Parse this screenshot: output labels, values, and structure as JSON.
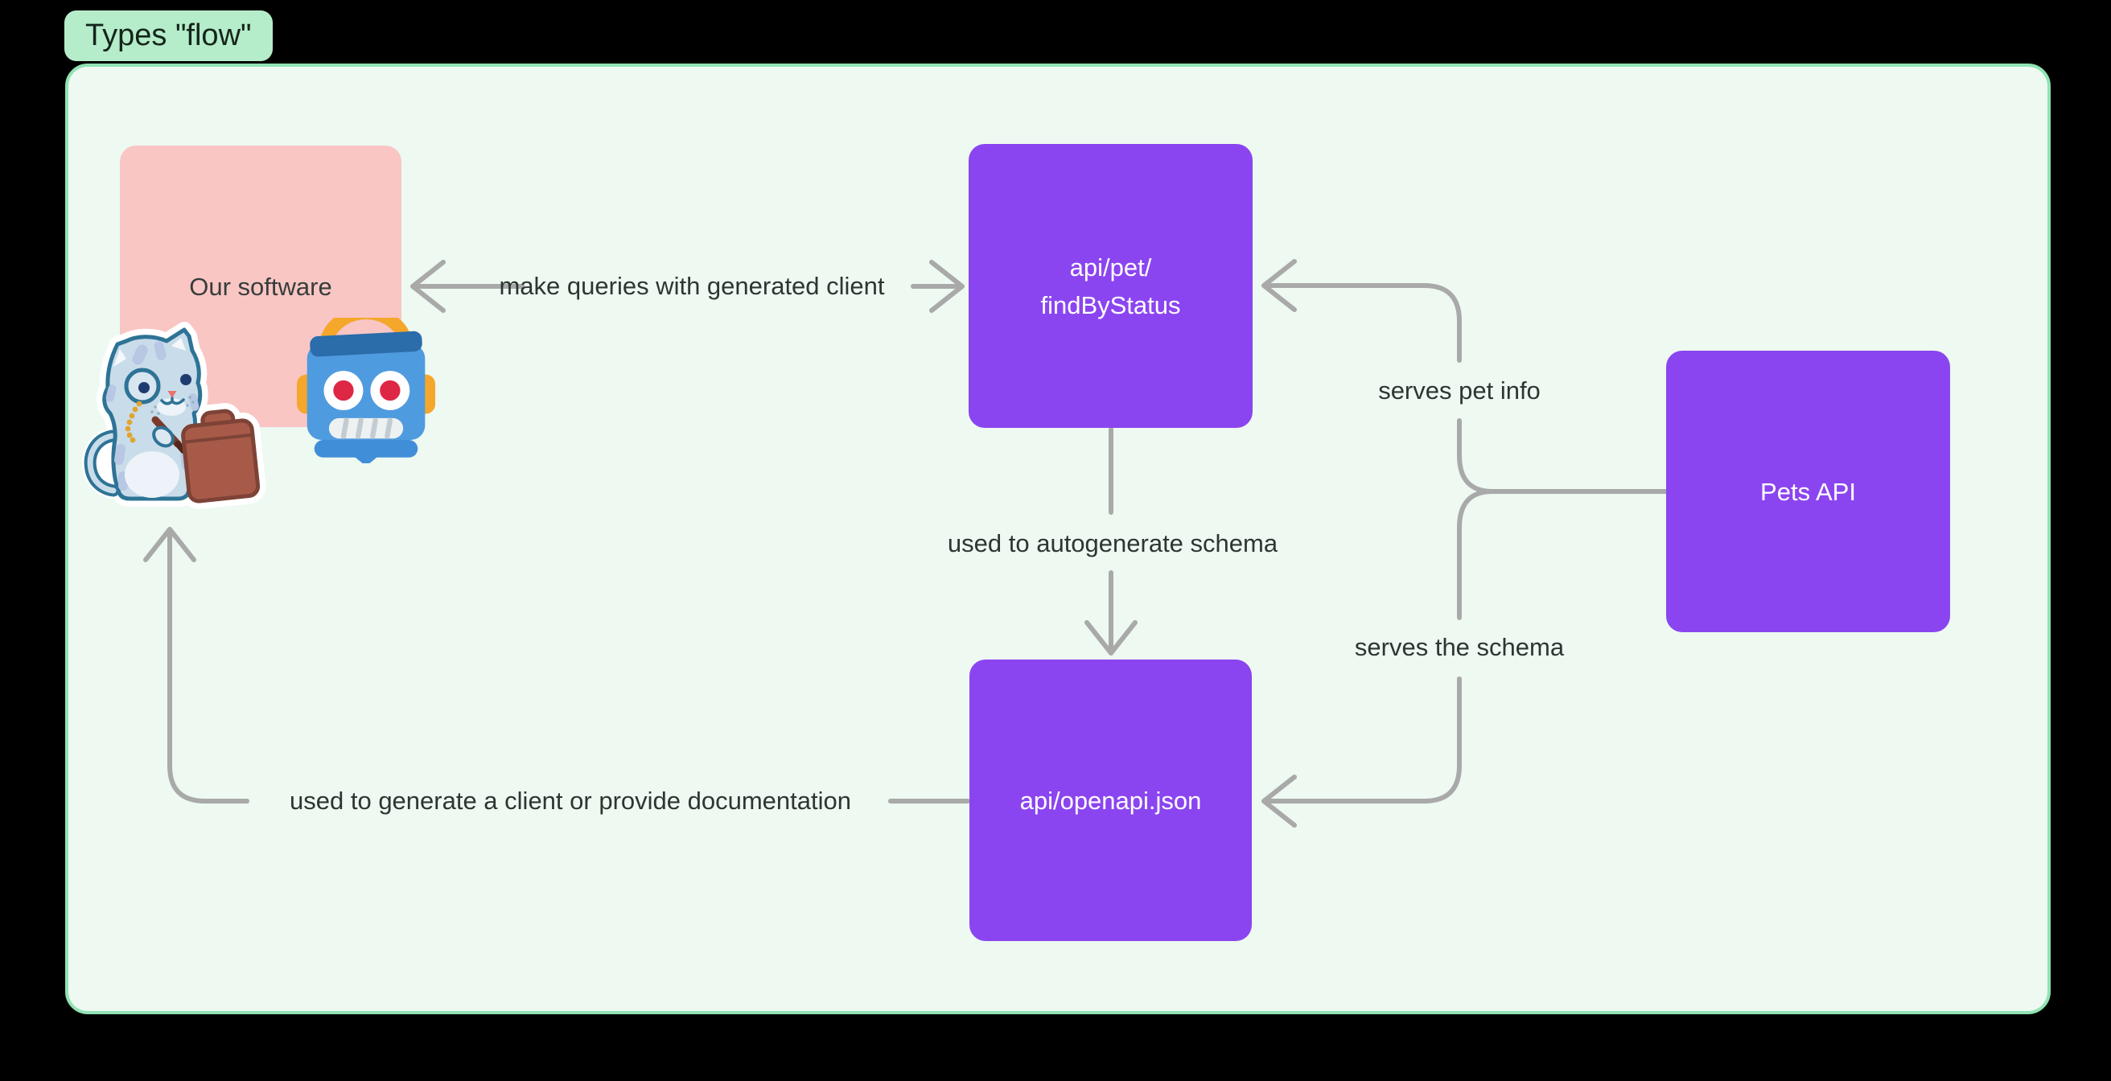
{
  "badge": {
    "label": "Types \"flow\""
  },
  "nodes": {
    "our_software": {
      "label": "Our software",
      "color": "#f9c6c4"
    },
    "api_pet": {
      "line1": "api/pet/",
      "line2": "findByStatus",
      "color": "#8b45f0"
    },
    "pets_api": {
      "label": "Pets API",
      "color": "#8b45f0"
    },
    "api_openapi": {
      "label": "api/openapi.json",
      "color": "#8b45f0"
    }
  },
  "edges": {
    "make_queries": {
      "label": "make queries with generated client",
      "from": "our_software",
      "to": "api_pet",
      "direction": "bidirectional"
    },
    "autogenerate": {
      "label": "used to autogenerate schema",
      "from": "api_pet",
      "to": "api_openapi"
    },
    "serves_pet_info": {
      "label": "serves pet info",
      "from": "pets_api",
      "to": "api_pet"
    },
    "serves_schema": {
      "label": "serves the schema",
      "from": "pets_api",
      "to": "api_openapi"
    },
    "generate_client": {
      "label": "used to generate a client or provide documentation",
      "from": "api_openapi",
      "to": "our_software"
    }
  },
  "icons": {
    "cat_sticker": "cat-with-monocle-holding-pen-and-briefcase-sticker",
    "robot_sticker": "robot-emoji-face"
  },
  "colors": {
    "page_background": "#000000",
    "canvas_background": "#edf9f1",
    "canvas_border": "#90e3b2",
    "badge_background": "#b5ecca",
    "badge_text": "#15241b",
    "node_purple": "#8b45f0",
    "node_pink": "#f9c6c4",
    "node_text_light": "#ffffff",
    "node_text_dark": "#363d3a",
    "connector_gray": "#a9a9a9",
    "label_text": "#2d3632"
  }
}
